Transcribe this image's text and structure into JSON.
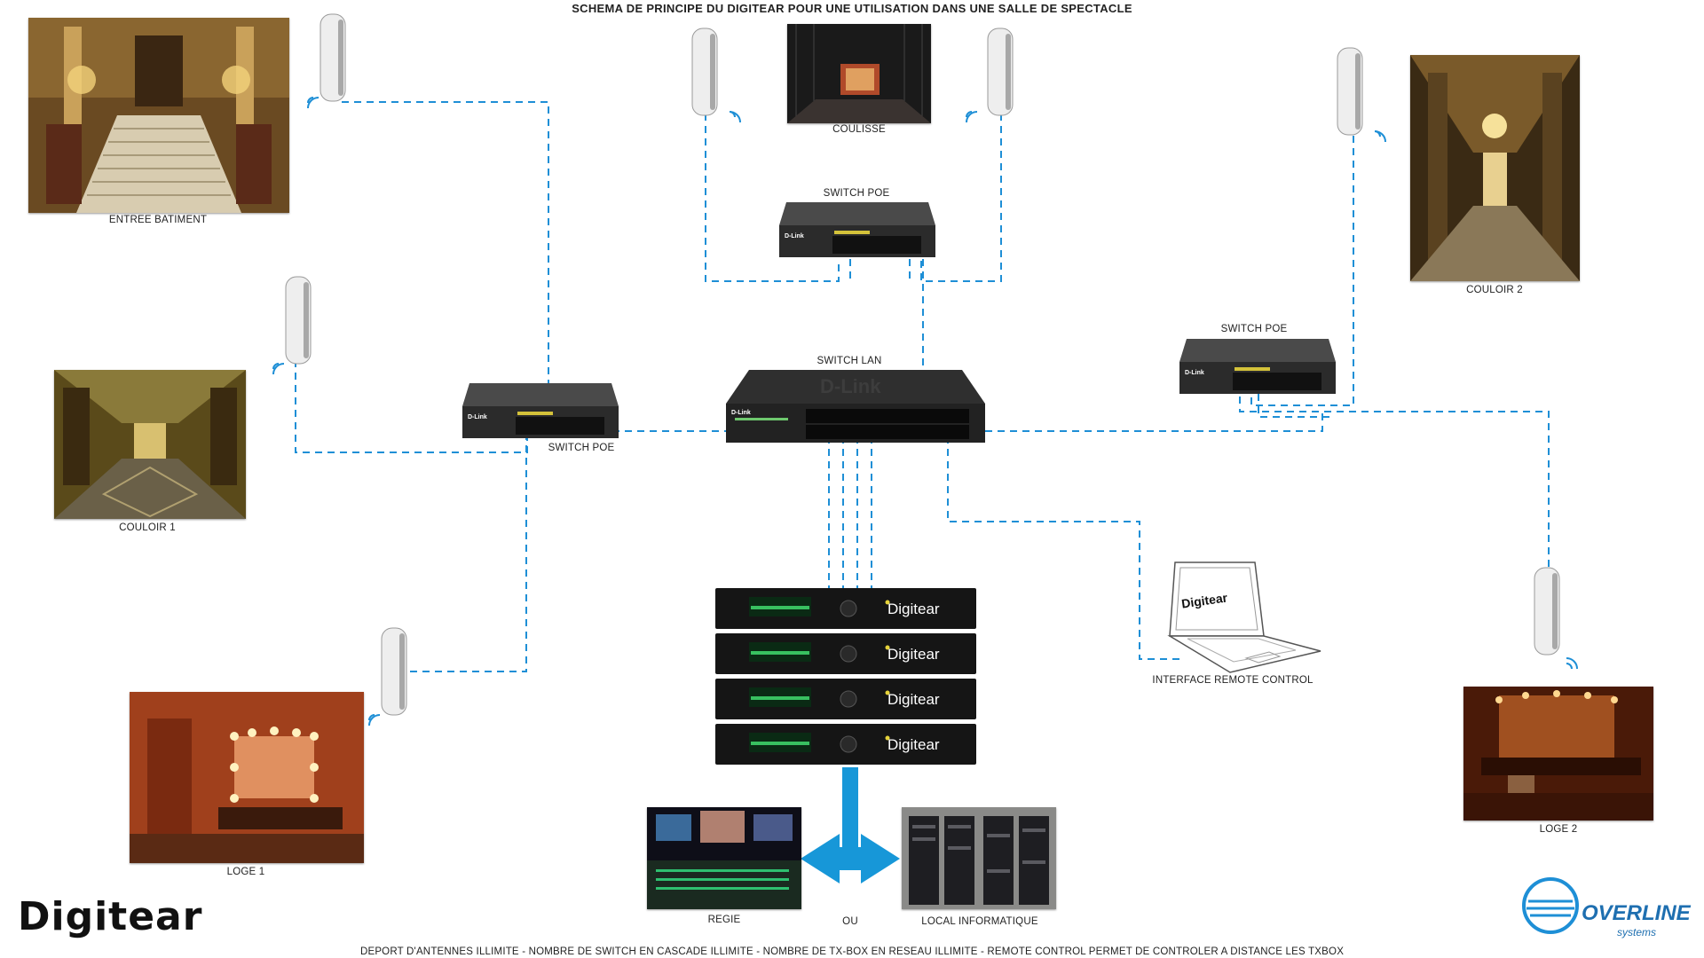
{
  "title": "SCHEMA DE PRINCIPE DU DIGITEAR POUR UNE UTILISATION DANS UNE SALLE DE SPECTACLE",
  "captions": {
    "entree": "ENTREE BATIMENT",
    "coulisse": "COULISSE",
    "couloir2": "COULOIR 2",
    "couloir1": "COULOIR 1",
    "loge1": "LOGE 1",
    "loge2": "LOGE 2",
    "switch_poe_top": "SWITCH POE",
    "switch_poe_left": "SWITCH POE",
    "switch_poe_right": "SWITCH POE",
    "switch_lan": "SWITCH LAN",
    "interface": "INTERFACE REMOTE CONTROL",
    "regie": "REGIE",
    "ou": "OU",
    "local": "LOCAL INFORMATIQUE"
  },
  "device_text": {
    "digitear_unit": "Digitear",
    "laptop_logo": "Digitear",
    "dlink": "D-Link"
  },
  "footer": "DEPORT D'ANTENNES ILLIMITE - NOMBRE DE SWITCH EN CASCADE ILLIMITE - NOMBRE DE TX-BOX EN RESEAU ILLIMITE - REMOTE CONTROL PERMET DE CONTROLER A DISTANCE LES TXBOX",
  "logos": {
    "digitear": "Digitear",
    "overline": "OVERLINE",
    "overline_sub": "systems"
  },
  "colors": {
    "wire": "#1e8fd6",
    "arrow": "#1797d8",
    "rack": "#1a1a1a",
    "switch_body": "#2b2b2b"
  }
}
